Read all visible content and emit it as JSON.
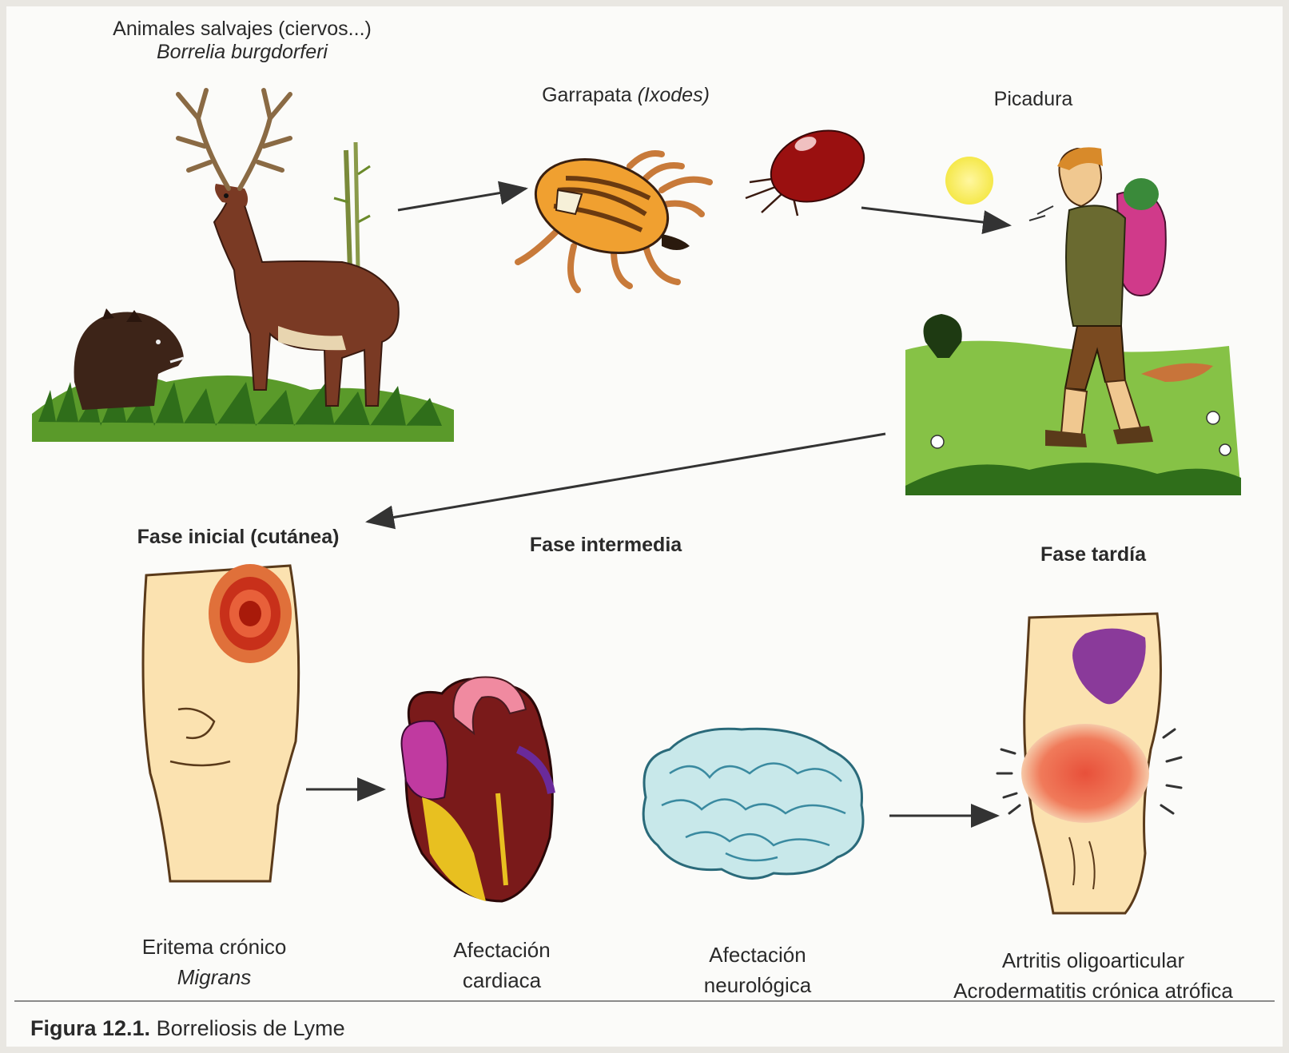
{
  "nodes": {
    "wild_animals": {
      "line1": "Animales salvajes (ciervos...)",
      "line2": "Borrelia burgdorferi"
    },
    "tick": {
      "prefix": "Garrapata ",
      "italic": "(Ixodes)"
    },
    "bite": {
      "label": "Picadura"
    }
  },
  "phases": {
    "initial": "Fase inicial (cutánea)",
    "intermediate": "Fase intermedia",
    "late": "Fase tardía"
  },
  "manifestations": {
    "erythema": {
      "line1": "Eritema crónico",
      "line2": "Migrans"
    },
    "cardiac": {
      "line1": "Afectación",
      "line2": "cardiaca"
    },
    "neuro": {
      "line1": "Afectación",
      "line2": "neurológica"
    },
    "arthritis": {
      "line1": "Artritis oligoarticular",
      "line2": "Acrodermatitis crónica atrófica"
    }
  },
  "caption": {
    "number": "Figura 12.1.",
    "title": " Borreliosis de Lyme"
  }
}
